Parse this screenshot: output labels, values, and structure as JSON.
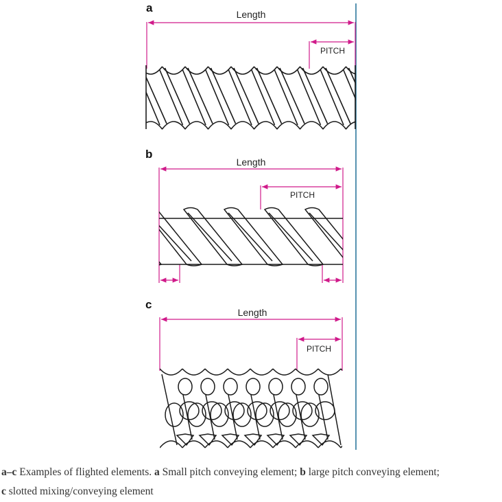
{
  "panels": [
    {
      "letter": "a",
      "length_label": "Length",
      "pitch_label": "PITCH"
    },
    {
      "letter": "b",
      "length_label": "Length",
      "pitch_label": "PITCH"
    },
    {
      "letter": "c",
      "length_label": "Length",
      "pitch_label": "PITCH"
    }
  ],
  "caption": {
    "lead_bold": "a–c",
    "lead_text": " Examples of flighted elements. ",
    "a_bold": "a",
    "a_text": " Small pitch conveying element; ",
    "b_bold": "b",
    "b_text": " large pitch conveying element; ",
    "c_bold": "c",
    "c_text": " slotted mixing/conveying element"
  },
  "colors": {
    "dimension": "#d01a8a",
    "line": "#1a1a1a",
    "divider": "#1f6f96"
  }
}
